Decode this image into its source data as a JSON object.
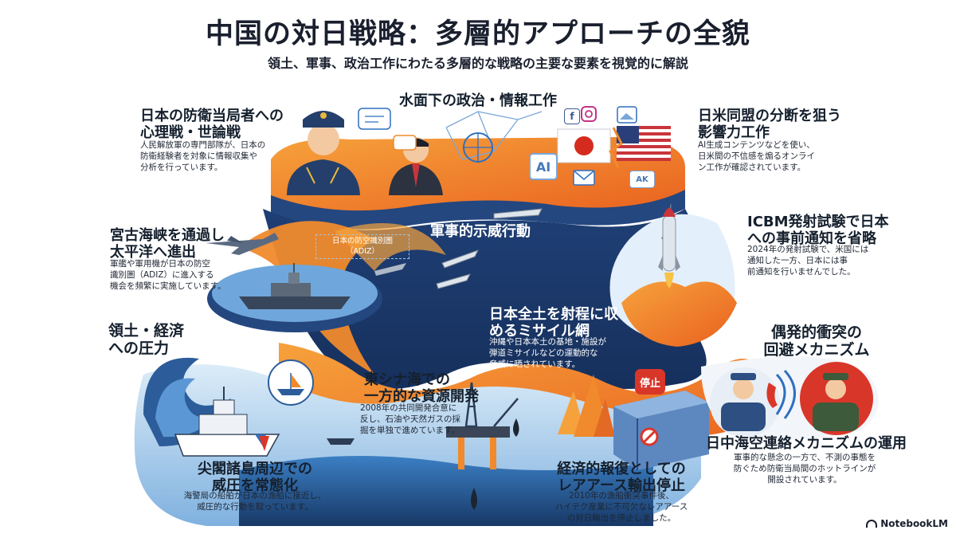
{
  "header": {
    "title": "中国の対日戦略：多層的アプローチの全貌",
    "subtitle": "領土、軍事、政治工作にわたる多層的な戦略の主要な要素を視覚的に解説"
  },
  "sections": {
    "political_ops": {
      "label": "水面下の政治・情報工作"
    },
    "psywar": {
      "label": "日本の防衛当局者への\n心理戦・世論戦",
      "desc": "人民解放軍の専門部隊が、日本の\n防衛経験者を対象に情報収集や\n分析を行っています。"
    },
    "alliance": {
      "label": "日米同盟の分断を狙う\n影響力工作",
      "desc": "AI生成コンテンツなどを使い、\n日米間の不信感を煽るオンライ\nン工作が確認されています。"
    },
    "military": {
      "label": "軍事的示威行動"
    },
    "adiz": {
      "label": "日本の防空識別圏\n（ADIZ）"
    },
    "miyako": {
      "label": "宮古海峡を通過し\n太平洋へ進出",
      "desc": "軍艦や軍用機が日本の防空\n識別圏（ADIZ）に進入する\n機会を頻繁に実施しています。"
    },
    "icbm": {
      "label": "ICBM発射試験で日本\nへの事前通知を省略",
      "desc": "2024年の発射試験で、米国には\n通知した一方、日本には事\n前通知を行いませんでした。"
    },
    "missile": {
      "label": "日本全土を射程に収\nめるミサイル網",
      "desc": "沖縄や日本本土の基地・施設が\n弾道ミサイルなどの運動的な\n脅威に晒されています。"
    },
    "pressure": {
      "label": "領土・経済\nへの圧力"
    },
    "crisis": {
      "label": "偶発的衝突の\n回避メカニズム"
    },
    "east_china_sea": {
      "label": "東シナ海での\n一方的な資源開発",
      "desc": "2008年の共同開発合意に\n反し、石油や天然ガスの採\n掘を単独で進めています。"
    },
    "senkaku": {
      "label": "尖閣諸島周辺での\n威圧を常態化",
      "desc": "海警局の船舶が日本の漁船に接近し、\n威圧的な行動を取っています。"
    },
    "rare_earth": {
      "label": "経済的報復としての\nレアアース輸出停止",
      "desc": "2010年の漁船衝突事件後、\nハイテク産業に不可欠なレアアース\nの対日輸出を停止しました。"
    },
    "hotline": {
      "label": "日中海空連絡メカニズムの運用",
      "desc": "軍事的な懸念の一方で、不測の事態を\n防ぐため防衛当局間のホットラインが\n開設されています。"
    }
  },
  "icons": {
    "stop_sign": "停止",
    "ai_badge": "AI",
    "ak_badge": "AK",
    "facebook": "f"
  },
  "footer": {
    "brand": "NotebookLM"
  },
  "colors": {
    "navy": "#1c3a6b",
    "deep_blue": "#24477f",
    "orange": "#f08a2c",
    "sky": "#9cc7ea",
    "red": "#d9362a"
  }
}
